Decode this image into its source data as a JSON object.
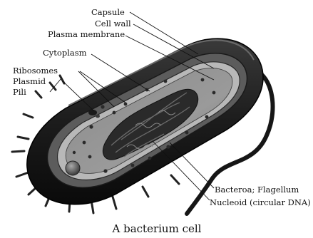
{
  "labels": {
    "capsule": "Capsule",
    "cell_wall": "Cell wall",
    "plasma_membrane": "Plasma membrane",
    "cytoplasm": "Cytoplasm",
    "ribosomes": "Ribosomes",
    "plasmid": "Plasmid",
    "pili": "Pili",
    "flagellum": "Bacteroa; Flagellum",
    "nucleoid": "Nucleoid (circular DNA)"
  },
  "caption": "A bacterium cell"
}
